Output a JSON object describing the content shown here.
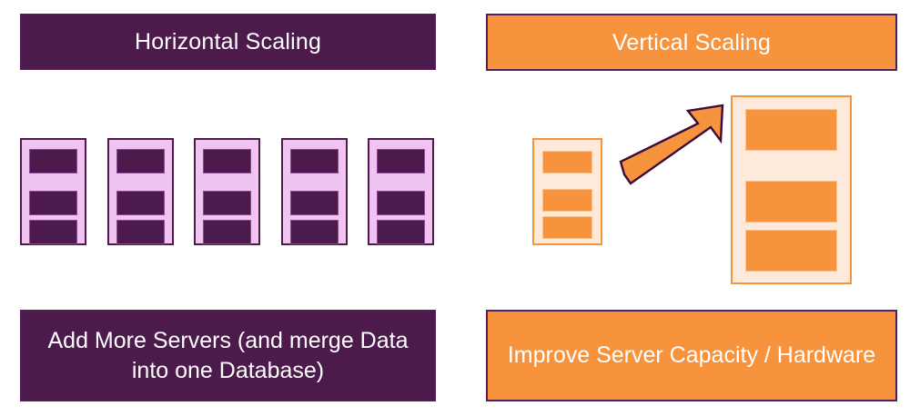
{
  "diagram": {
    "title_left": "Horizontal Scaling",
    "title_right": "Vertical Scaling",
    "caption_left": "Add More Servers (and merge Data\ninto one Database)",
    "caption_right": "Improve Server Capacity / Hardware",
    "colors": {
      "purple_dark": "#4C1B4C",
      "purple_light": "#F0C4F0",
      "purple_border": "#8B4C91",
      "orange": "#F7933D",
      "orange_light": "#FDEADB",
      "orange_bay_border": "#FBC28E",
      "outline_purple": "#5B2053",
      "text_white": "#FFFFFF",
      "background": "#FFFFFF"
    },
    "left_panel": {
      "server_count": 5,
      "bays_per_server": 3,
      "server_label": "server-rack"
    },
    "right_panel": {
      "small_server_bays": 3,
      "large_server_bays": 3,
      "arrow_direction": "up-right",
      "arrow_meaning": "upgrade-to-larger-server"
    }
  }
}
